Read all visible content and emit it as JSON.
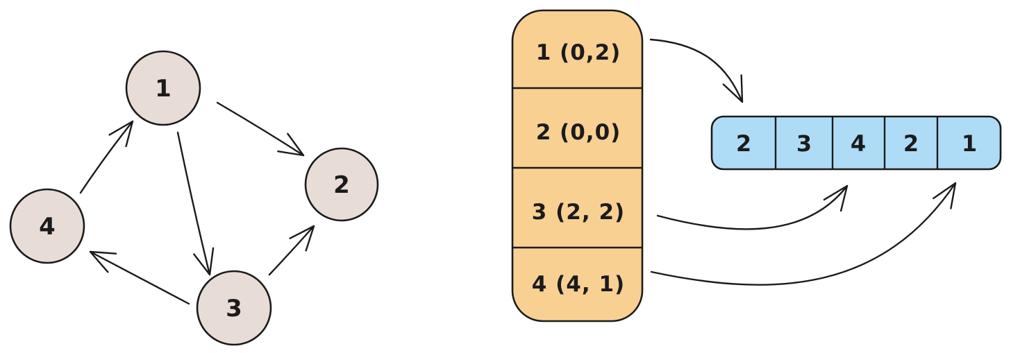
{
  "diagram_title": "graph-csr-representation",
  "graph": {
    "node_fill": "#e8ddd6",
    "nodes": [
      {
        "id": "node-1",
        "label": "1"
      },
      {
        "id": "node-2",
        "label": "2"
      },
      {
        "id": "node-3",
        "label": "3"
      },
      {
        "id": "node-4",
        "label": "4"
      }
    ],
    "edges": [
      {
        "from": "4",
        "to": "1"
      },
      {
        "from": "1",
        "to": "2"
      },
      {
        "from": "1",
        "to": "3"
      },
      {
        "from": "3",
        "to": "4"
      },
      {
        "from": "3",
        "to": "2"
      }
    ]
  },
  "node_list": {
    "fill": "#f8d092",
    "rows": [
      {
        "label": "1 (0,2)"
      },
      {
        "label": "2 (0,0)"
      },
      {
        "label": "3 (2, 2)"
      },
      {
        "label": "4 (4, 1)"
      }
    ]
  },
  "edge_array": {
    "fill": "#aedcf7",
    "cells": [
      {
        "value": "2"
      },
      {
        "value": "3"
      },
      {
        "value": "4"
      },
      {
        "value": "2"
      },
      {
        "value": "1"
      }
    ]
  },
  "mappings": [
    {
      "from_row": "1 (0,2)",
      "to_cell": "2 (index 0)"
    },
    {
      "from_row": "3 (2, 2)",
      "to_cell": "4 (index 2)"
    },
    {
      "from_row": "4 (4, 1)",
      "to_cell": "1 (index 4)"
    }
  ],
  "colors": {
    "stroke": "#1b1b1b",
    "background": "#ffffff"
  }
}
